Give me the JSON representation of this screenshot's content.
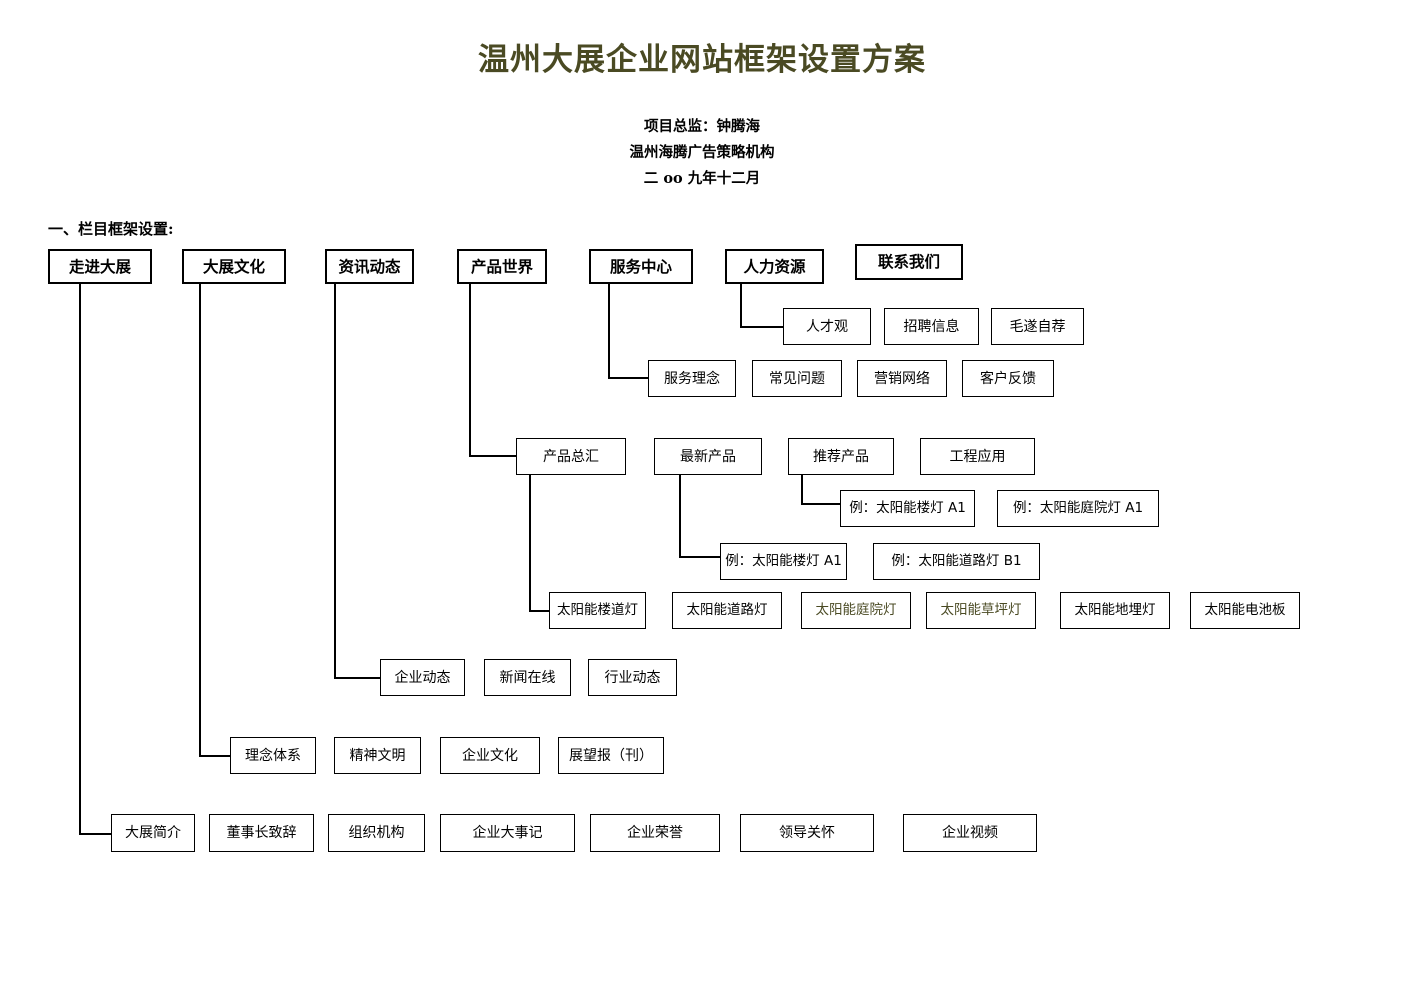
{
  "document": {
    "title": "温州大展企业网站框架设置方案",
    "title_color": "#4a4a23",
    "subtitle_1": "项目总监：钟腾海",
    "subtitle_2": "温州海腾广告策略机构",
    "subtitle_3": "二 oo 九年十二月",
    "section_heading": "一、栏目框架设置:"
  },
  "chart_data": {
    "type": "diagram",
    "title": "温州大展企业网站框架设置方案",
    "description": "网站栏目框架树状图",
    "levels": 4
  },
  "nodes": {
    "top": [
      {
        "id": "about",
        "label": "走进大展"
      },
      {
        "id": "culture",
        "label": "大展文化"
      },
      {
        "id": "news",
        "label": "资讯动态"
      },
      {
        "id": "product",
        "label": "产品世界"
      },
      {
        "id": "service",
        "label": "服务中心"
      },
      {
        "id": "hr",
        "label": "人力资源"
      },
      {
        "id": "contact",
        "label": "联系我们"
      }
    ],
    "hr_children": [
      {
        "id": "hr-1",
        "label": "人才观"
      },
      {
        "id": "hr-2",
        "label": "招聘信息"
      },
      {
        "id": "hr-3",
        "label": "毛遂自荐"
      }
    ],
    "service_children": [
      {
        "id": "sv-1",
        "label": "服务理念"
      },
      {
        "id": "sv-2",
        "label": "常见问题"
      },
      {
        "id": "sv-3",
        "label": "营销网络"
      },
      {
        "id": "sv-4",
        "label": "客户反馈"
      }
    ],
    "product_children": [
      {
        "id": "pd-1",
        "label": "产品总汇"
      },
      {
        "id": "pd-2",
        "label": "最新产品"
      },
      {
        "id": "pd-3",
        "label": "推荐产品"
      },
      {
        "id": "pd-4",
        "label": "工程应用"
      }
    ],
    "example_row_1": [
      {
        "id": "ex-1",
        "label": "例：太阳能楼灯 A1"
      },
      {
        "id": "ex-2",
        "label": "例：太阳能庭院灯 A1"
      }
    ],
    "example_row_2": [
      {
        "id": "ex-3",
        "label": "例：太阳能楼灯 A1"
      },
      {
        "id": "ex-4",
        "label": "例：太阳能道路灯 B1"
      }
    ],
    "lamp_row": [
      {
        "id": "lp-1",
        "label": "太阳能楼道灯",
        "color": "black"
      },
      {
        "id": "lp-2",
        "label": "太阳能道路灯",
        "color": "black"
      },
      {
        "id": "lp-3",
        "label": "太阳能庭院灯",
        "color": "olive"
      },
      {
        "id": "lp-4",
        "label": "太阳能草坪灯",
        "color": "olive"
      },
      {
        "id": "lp-5",
        "label": "太阳能地埋灯",
        "color": "black"
      },
      {
        "id": "lp-6",
        "label": "太阳能电池板",
        "color": "black"
      }
    ],
    "news_children": [
      {
        "id": "nw-1",
        "label": "企业动态"
      },
      {
        "id": "nw-2",
        "label": "新闻在线"
      },
      {
        "id": "nw-3",
        "label": "行业动态"
      }
    ],
    "culture_children": [
      {
        "id": "cl-1",
        "label": "理念体系"
      },
      {
        "id": "cl-2",
        "label": "精神文明"
      },
      {
        "id": "cl-3",
        "label": "企业文化"
      },
      {
        "id": "cl-4",
        "label": "展望报（刊）"
      }
    ],
    "about_children": [
      {
        "id": "ab-1",
        "label": "大展简介"
      },
      {
        "id": "ab-2",
        "label": "董事长致辞"
      },
      {
        "id": "ab-3",
        "label": "组织机构"
      },
      {
        "id": "ab-4",
        "label": "企业大事记"
      },
      {
        "id": "ab-5",
        "label": "企业荣誉"
      },
      {
        "id": "ab-6",
        "label": "领导关怀"
      },
      {
        "id": "ab-7",
        "label": "企业视频"
      }
    ]
  }
}
